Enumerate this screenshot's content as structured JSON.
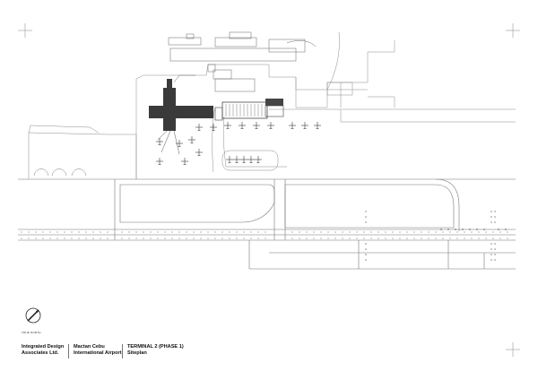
{
  "north_arrow": {
    "label": "TRUE NORTH"
  },
  "title_block": {
    "firm": [
      "Integrated Design",
      "Associates Ltd."
    ],
    "project": [
      "Mactan Cebu",
      "International Airport"
    ],
    "drawing": [
      "TERMINAL 2 (PHASE 1)",
      "Siteplan"
    ]
  },
  "colors": {
    "line": "#8a8a8a",
    "dark": "#2a2a2a",
    "terminal": "#444444"
  },
  "icons": [
    "crosshair-mark",
    "north-arrow-icon",
    "aircraft-icon"
  ]
}
